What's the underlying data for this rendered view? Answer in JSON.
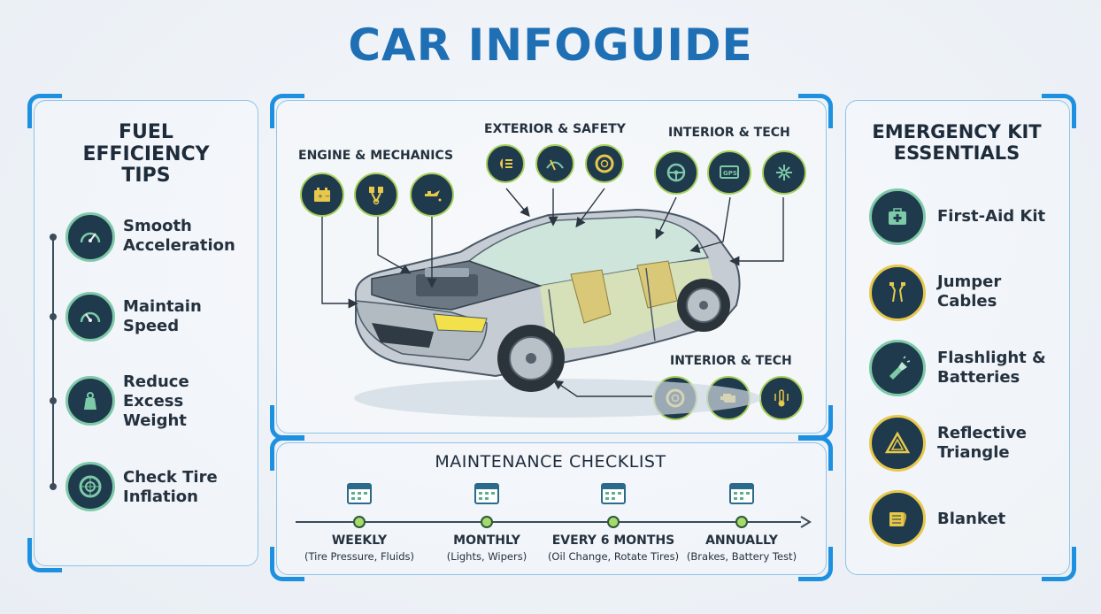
{
  "title": "CAR INFOGUIDE",
  "fuel": {
    "heading": "FUEL\nEFFICIENCY\nTIPS",
    "items": [
      {
        "label": "Smooth\nAcceleration",
        "icon": "speedometer-icon"
      },
      {
        "label": "Maintain\nSpeed",
        "icon": "speed-gauge-icon"
      },
      {
        "label": "Reduce\nExcess\nWeight",
        "icon": "weight-icon"
      },
      {
        "label": "Check Tire\nInflation",
        "icon": "tire-icon"
      }
    ]
  },
  "car": {
    "engine_label": "ENGINE & MECHANICS",
    "exterior_label": "EXTERIOR & SAFETY",
    "interior_top_label": "INTERIOR & TECH",
    "interior_bottom_label": "INTERIOR & TECH",
    "engine_icons": [
      "battery-icon",
      "pistons-icon",
      "oil-can-icon"
    ],
    "exterior_icons": [
      "headlight-icon",
      "wiper-icon",
      "tire-tread-icon"
    ],
    "interior_top_icons": [
      "steering-wheel-icon",
      "gps-icon",
      "climate-fan-icon"
    ],
    "gps_text": "GPS",
    "interior_bottom_icons": [
      "tire-icon",
      "engine-check-icon",
      "temperature-icon"
    ]
  },
  "maintenance": {
    "heading": "MAINTENANCE CHECKLIST",
    "steps": [
      {
        "name": "WEEKLY",
        "desc": "(Tire Pressure, Fluids)"
      },
      {
        "name": "MONTHLY",
        "desc": "(Lights, Wipers)"
      },
      {
        "name": "EVERY 6 MONTHS",
        "desc": "(Oil Change, Rotate Tires)"
      },
      {
        "name": "ANNUALLY",
        "desc": "(Brakes, Battery Test)"
      }
    ]
  },
  "emergency": {
    "heading": "EMERGENCY KIT\nESSENTIALS",
    "items": [
      {
        "label": "First-Aid Kit",
        "icon": "first-aid-icon"
      },
      {
        "label": "Jumper\nCables",
        "icon": "jumper-cables-icon"
      },
      {
        "label": "Flashlight &\nBatteries",
        "icon": "flashlight-icon"
      },
      {
        "label": "Reflective\nTriangle",
        "icon": "warning-triangle-icon"
      },
      {
        "label": "Blanket",
        "icon": "blanket-icon"
      }
    ]
  },
  "colors": {
    "accent": "#1e90e0",
    "title": "#1f6fb5",
    "icon_bg": "#1e3a4c",
    "icon_ring": "#7ec9a8",
    "highlight": "#a7cf5a"
  }
}
